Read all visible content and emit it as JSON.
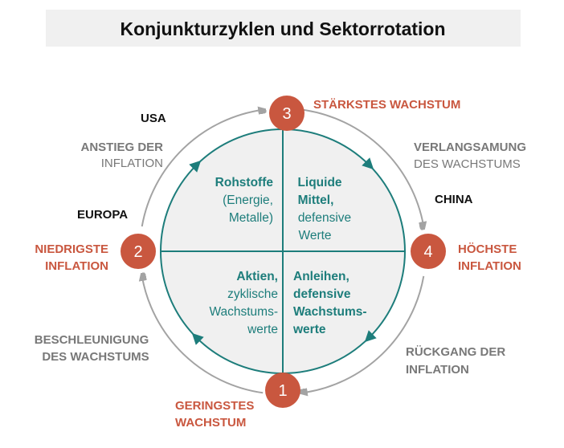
{
  "title": "Konjunkturzyklen und Sektorrotation",
  "colors": {
    "accent": "#c9573f",
    "teal": "#1d7d7b",
    "arrow_gray": "#a3a3a3",
    "quadrant_fill": "#f0f0f0"
  },
  "phases": {
    "p1": {
      "number": "1",
      "label": [
        "GERINGSTES",
        "WACHSTUM"
      ]
    },
    "p2": {
      "number": "2",
      "label": [
        "NIEDRIGSTE",
        "INFLATION"
      ]
    },
    "p3": {
      "number": "3",
      "label": [
        "STÄRKSTES WACHSTUM"
      ]
    },
    "p4": {
      "number": "4",
      "label": [
        "HÖCHSTE",
        "INFLATION"
      ]
    }
  },
  "transitions": {
    "t23": [
      "ANSTIEG DER",
      "INFLATION"
    ],
    "t34": [
      "VERLANGSAMUNG",
      "DES WACHSTUMS"
    ],
    "t41": [
      "RÜCKGANG DER",
      "INFLATION"
    ],
    "t12": [
      "BESCHLEUNIGUNG",
      "DES WACHSTUMS"
    ]
  },
  "regions": {
    "usa": "USA",
    "europe": "EUROPA",
    "china": "CHINA"
  },
  "quadrants": {
    "top_left": [
      "Rohstoffe",
      "(Energie,",
      "Metalle)"
    ],
    "top_right": [
      "Liquide",
      "Mittel,",
      "defensive",
      "Werte"
    ],
    "bottom_left": [
      "Aktien,",
      "zyklische",
      "Wachstums-",
      "werte"
    ],
    "bottom_right": [
      "Anleihen,",
      "defensive",
      "Wachstums-",
      "werte"
    ]
  }
}
